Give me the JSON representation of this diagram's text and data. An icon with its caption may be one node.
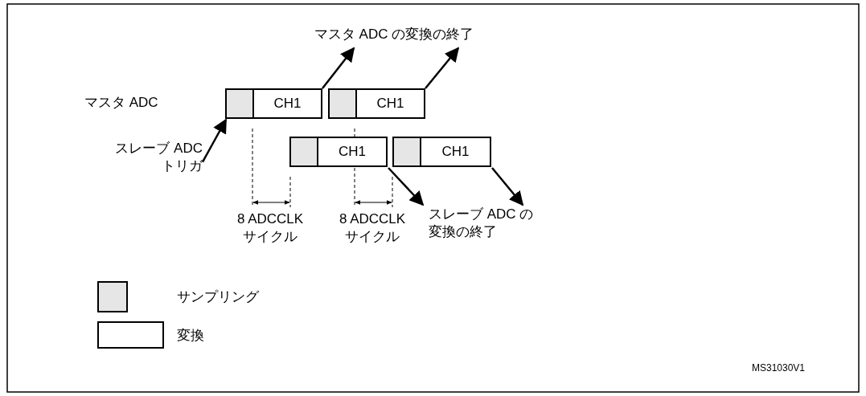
{
  "diagram": {
    "nodes": [
      {
        "text": [
          "マスタ ADC の変換の終了"
        ]
      },
      {
        "text": [],
        "shape": "box"
      },
      {
        "text": [
          "CH1"
        ]
      },
      {
        "text": [],
        "shape": "box"
      },
      {
        "text": [
          "CH1"
        ]
      },
      {
        "text": [],
        "shape": "box"
      },
      {
        "text": [
          "CH1"
        ]
      },
      {
        "text": [],
        "shape": "box"
      },
      {
        "text": [
          "CH1"
        ]
      },
      {
        "text": [
          "スレーブ ADC トリガ"
        ]
      },
      {
        "text": [
          "スレーブ ADC の変換の終了"
        ]
      }
    ],
    "edges": [
      {
        "from": 2,
        "to": 0,
        "arrow": "to"
      },
      {
        "from": 4,
        "to": 0,
        "arrow": "to"
      },
      {
        "from": 9,
        "to": 1,
        "arrow": "to"
      },
      {
        "from": 6,
        "to": 10,
        "arrow": "to"
      },
      {
        "from": 8,
        "to": 10,
        "arrow": "to"
      }
    ],
    "labels": [
      "マスタ ADC",
      "8 ADCCLK サイクル",
      "8 ADCCLK サイクル",
      "MS31030V1"
    ],
    "legend": [
      {
        "text": "サンプリング",
        "color": "#e6e6e6"
      },
      {
        "text": "変換",
        "color": "#ffffff"
      }
    ]
  }
}
